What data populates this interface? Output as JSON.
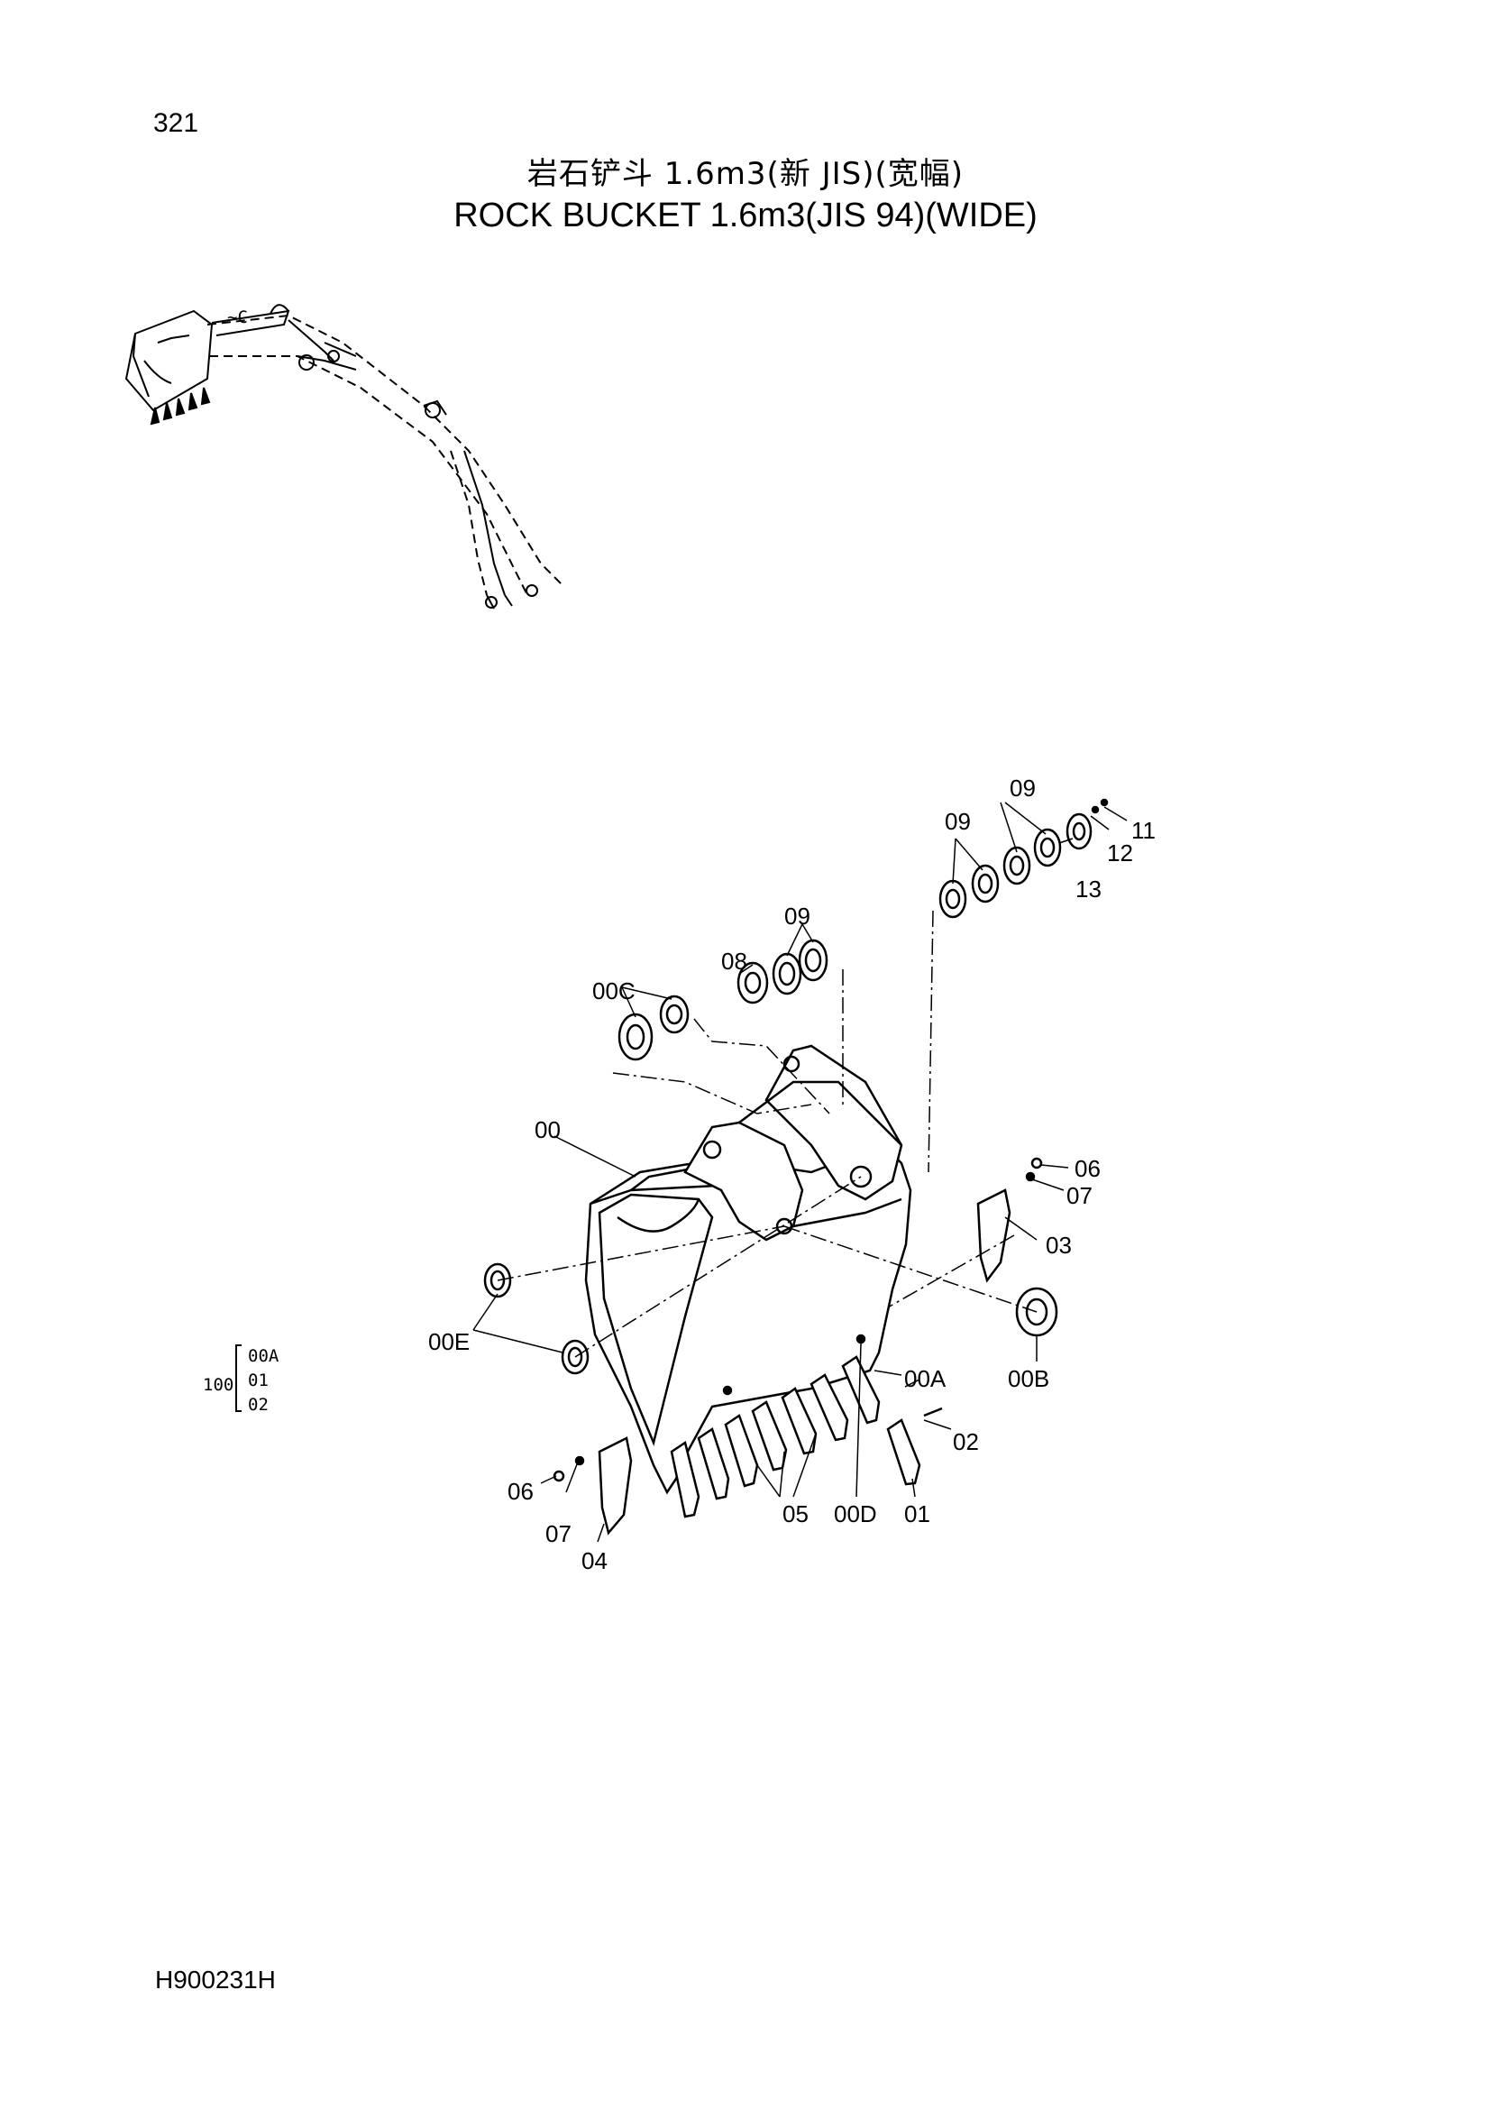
{
  "page": {
    "number": "321",
    "title_cn": "岩石铲斗 1.6m3(新 JIS)(宽幅)",
    "title_en": "ROCK BUCKET 1.6m3(JIS 94)(WIDE)",
    "doc_code": "H900231H"
  },
  "callouts": {
    "c09_top": "09",
    "c09_mid": "09",
    "c09_left": "09",
    "c11": "11",
    "c12": "12",
    "c13": "13",
    "c08": "08",
    "c00C": "00C",
    "c00": "00",
    "c06_right": "06",
    "c07_right": "07",
    "c03": "03",
    "c00B": "00B",
    "c00A": "00A",
    "c02": "02",
    "c00E": "00E",
    "c06_left": "06",
    "c07_left": "07",
    "c04": "04",
    "c05": "05",
    "c00D": "00D",
    "c01": "01"
  },
  "assembly_group": {
    "number": "100",
    "items": [
      "00A",
      "01",
      "02"
    ]
  }
}
